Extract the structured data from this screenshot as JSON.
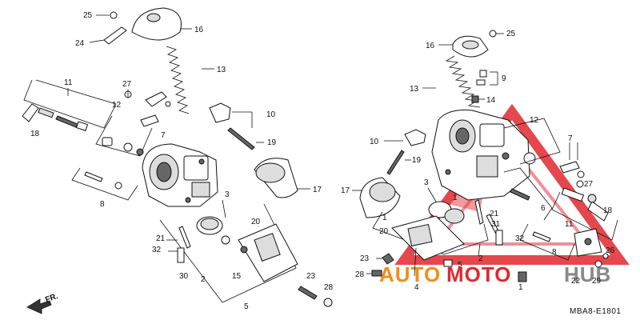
{
  "diagram_code": "MBA8-E1801",
  "watermark": {
    "text_left": "AUTO",
    "text_middle": "MOTO",
    "text_right": "HUB",
    "color_red": "#e0282e",
    "color_orange": "#f28c1a",
    "color_gray": "#8a8a8a"
  },
  "front_arrow_label": "FR.",
  "left_assembly": {
    "callouts": {
      "c25": "25",
      "c24": "24",
      "c16": "16",
      "c13": "13",
      "c11": "11",
      "c18": "18",
      "c27": "27",
      "c12": "12",
      "c7": "7",
      "c10": "10",
      "c19": "19",
      "c8": "8",
      "c17": "17",
      "c3": "3",
      "c20": "20",
      "c21": "21",
      "c32": "32",
      "c30": "30",
      "c2": "2",
      "c15": "15",
      "c5": "5",
      "c23": "23",
      "c28": "28"
    }
  },
  "right_assembly": {
    "callouts": {
      "c16": "16",
      "c25": "25",
      "c9": "9",
      "c13": "13",
      "c14": "14",
      "c12": "12",
      "c10": "10",
      "c19": "19",
      "c7": "7",
      "c3": "3",
      "c17": "17",
      "c1a": "1",
      "c20": "20",
      "c21": "21",
      "c31": "31",
      "c6": "6",
      "c27": "27",
      "c18": "18",
      "c11": "11",
      "c1b": "1",
      "c32": "32",
      "c8": "8",
      "c26": "26",
      "c23": "23",
      "c28": "28",
      "c5": "5",
      "c2": "2",
      "c4": "4",
      "c22": "22",
      "c29": "29",
      "c1c": "1"
    }
  }
}
